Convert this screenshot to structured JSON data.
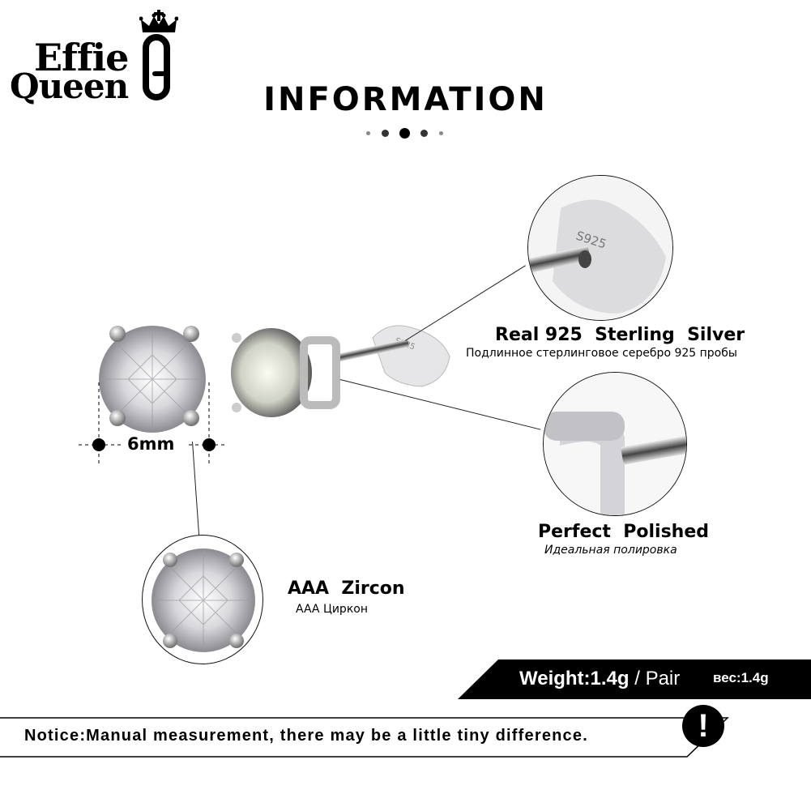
{
  "brand": {
    "line1": "Effie",
    "line2": "Queen",
    "crown_icon": "crown-icon"
  },
  "header": {
    "title": "INFORMATION",
    "dots": [
      {
        "size": 5,
        "color": "#888888"
      },
      {
        "size": 9,
        "color": "#333333"
      },
      {
        "size": 13,
        "color": "#000000"
      },
      {
        "size": 9,
        "color": "#333333"
      },
      {
        "size": 5,
        "color": "#888888"
      }
    ]
  },
  "product": {
    "size_label": "6mm",
    "stamp": "S925"
  },
  "features": [
    {
      "title": "Real 925  Sterling  Silver",
      "subtitle": "Подлинное стерлинговое серебро 925 пробы",
      "detail_stamp": "S925"
    },
    {
      "title": "Perfect  Polished",
      "subtitle": "Идеальная полировка"
    },
    {
      "title": "AAA  Zircon",
      "subtitle": "AAA Циркон"
    }
  ],
  "weight": {
    "label_bold": "Weight:1.4g",
    "label_light": " / Pair",
    "ru": "вес:1.4g"
  },
  "notice": {
    "text": "Notice:Manual measurement, there may be a little tiny difference.",
    "icon_glyph": "!"
  },
  "colors": {
    "text": "#000000",
    "banner_bg": "#000000",
    "banner_text": "#ffffff",
    "silver": "#c8c8cc"
  }
}
